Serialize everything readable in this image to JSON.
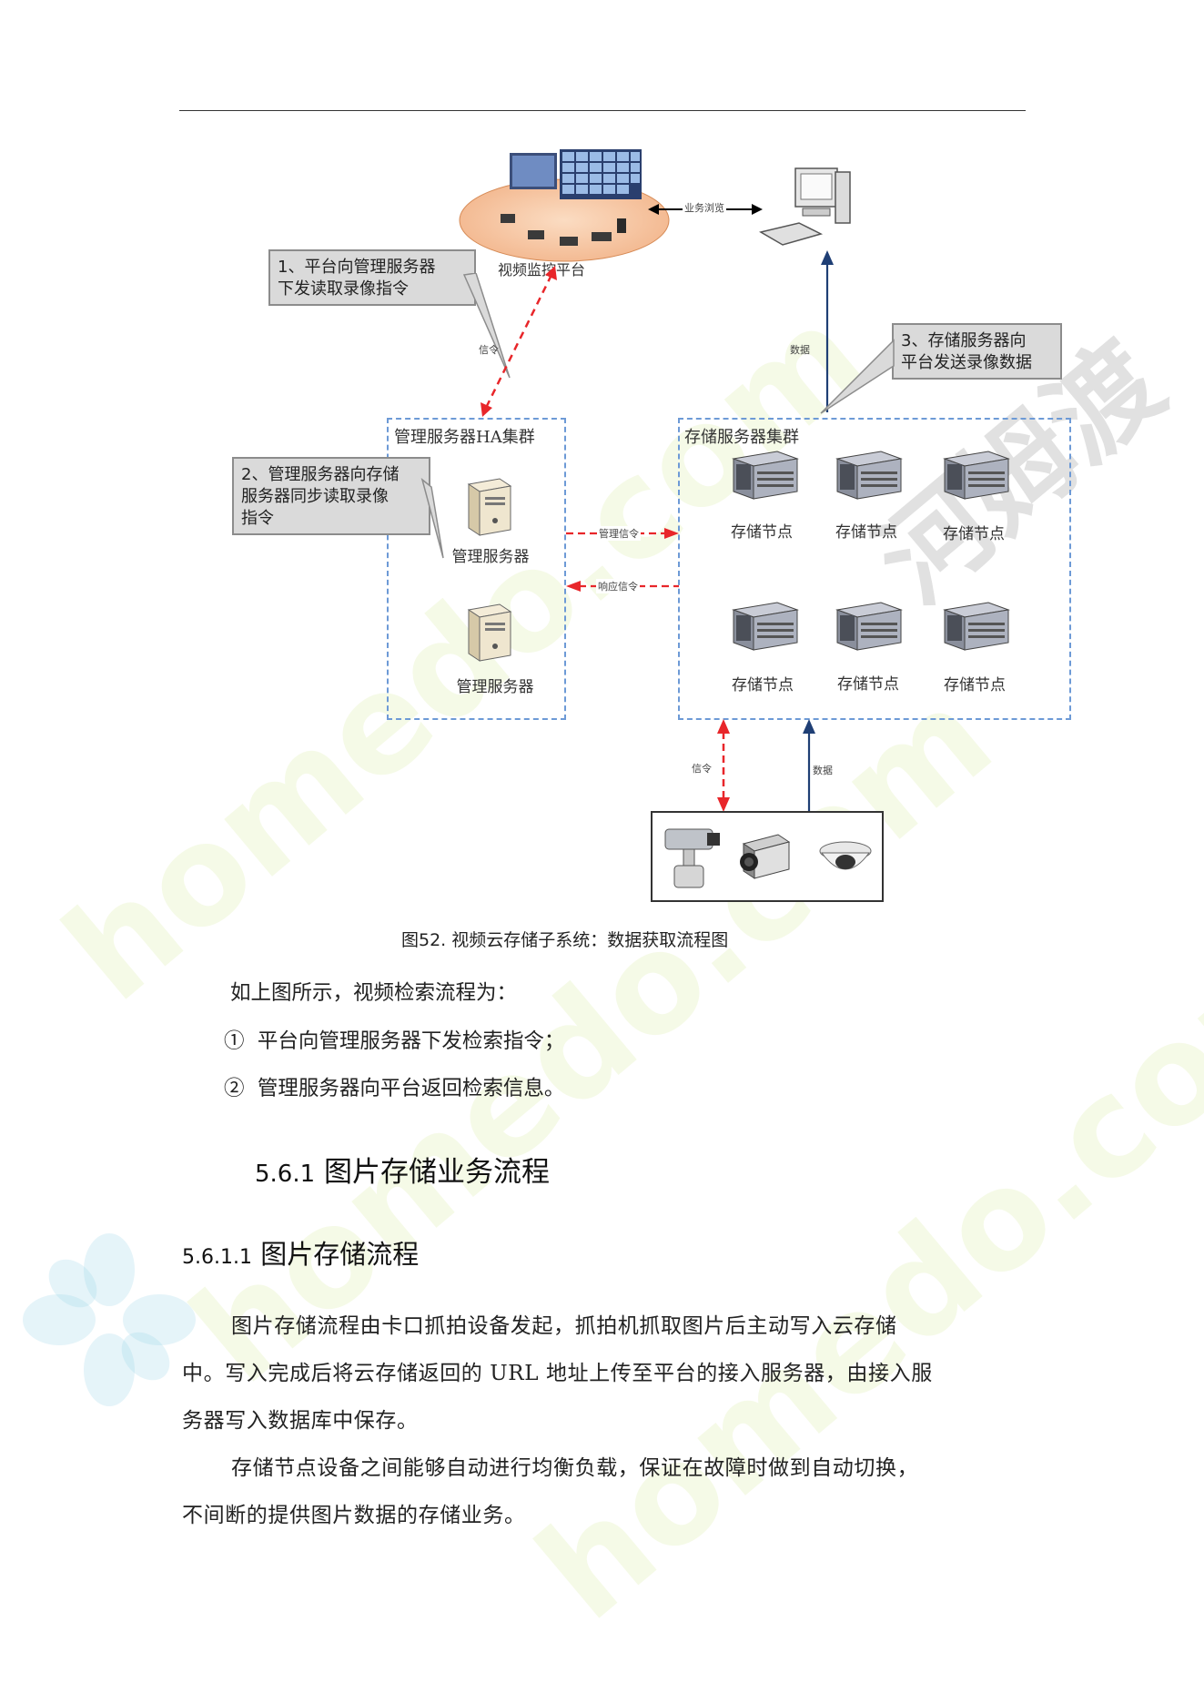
{
  "diagram": {
    "platform_label": "视频监控平台",
    "business_browse": "业务浏览",
    "signal_1": "信令",
    "data_1": "数据",
    "callout_1": [
      "1、平台向管理服务器",
      "下发读取录像指令"
    ],
    "callout_2": [
      "2、管理服务器向存储",
      "服务器同步读取录像",
      "指令"
    ],
    "callout_3": [
      "3、存储服务器向",
      "平台发送录像数据"
    ],
    "mgmt_cluster_title": "管理服务器HA集群",
    "storage_cluster_title": "存储服务器集群",
    "mgmt_server_label": "管理服务器",
    "storage_node_label": "存储节点",
    "mgmt_signal": "管理信令",
    "response_signal": "响应信令",
    "signal_2": "信令",
    "data_2": "数据"
  },
  "caption": {
    "fig_num": "图52.",
    "text": "视频云存储子系统：数据获取流程图"
  },
  "intro": "如上图所示，视频检索流程为：",
  "steps": [
    {
      "marker": "①",
      "text": "平台向管理服务器下发检索指令；"
    },
    {
      "marker": "②",
      "text": "管理服务器向平台返回检索信息。"
    }
  ],
  "section": {
    "num": "5.6.1",
    "title": "图片存储业务流程"
  },
  "subsection": {
    "num": "5.6.1.1",
    "title": "图片存储流程"
  },
  "paragraphs": [
    [
      "图片存储流程由卡口抓拍设备发起，抓拍机抓取图片后主动写入云存储",
      "中。写入完成后将云存储返回的 URL 地址上传至平台的接入服务器，由接入服",
      "务器写入数据库中保存。"
    ],
    [
      "存储节点设备之间能够自动进行均衡负载，保证在故障时做到自动切换，",
      "不间断的提供图片数据的存储业务。"
    ]
  ],
  "watermark": {
    "latin": "homedo.com",
    "cn": "河姆渡"
  },
  "colors": {
    "red_arrow": "#e8262a",
    "blue_arrow": "#1f3f75",
    "dashed_box": "#6d9ad6",
    "callout_bg": "#dadada"
  }
}
